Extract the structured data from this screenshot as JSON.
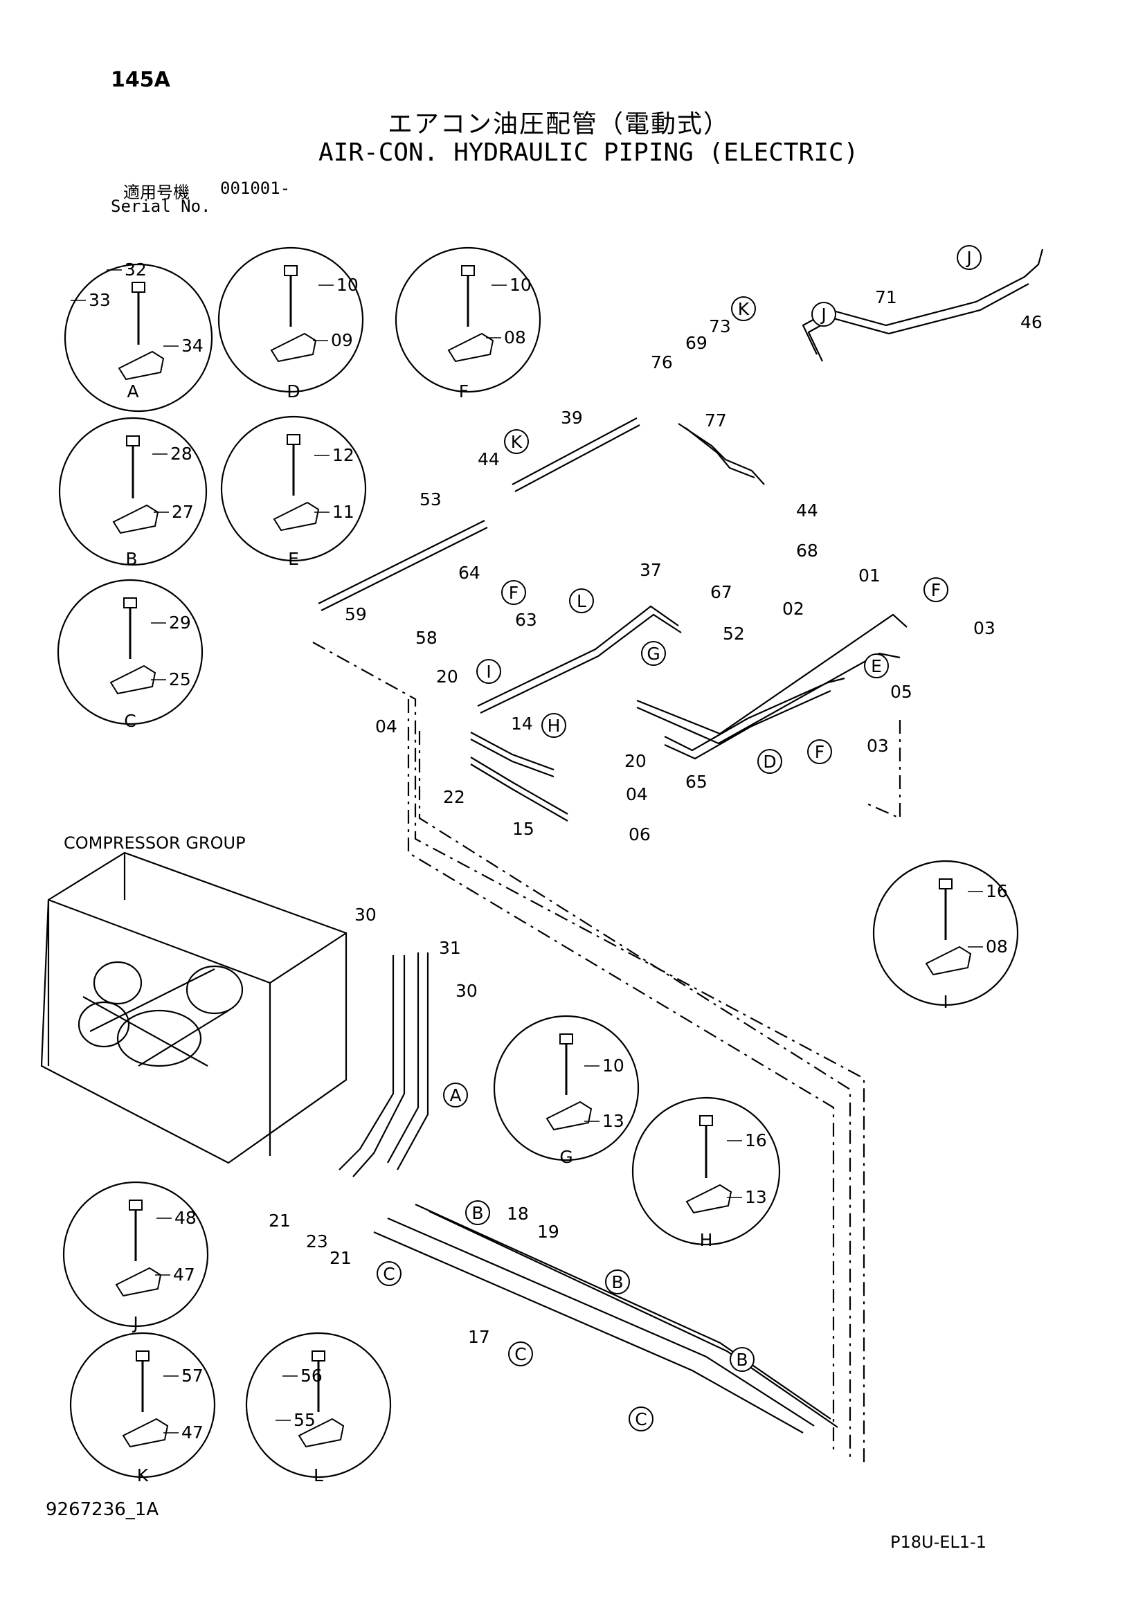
{
  "page_no": "145A",
  "title_jp": "エアコン油圧配管（電動式）",
  "title_en": "AIR-CON. HYDRAULIC PIPING (ELECTRIC)",
  "serial_label_jp": "適用号機",
  "serial_value": "001001-",
  "serial_label_en": "Serial No.",
  "compressor_group": "COMPRESSOR GROUP",
  "drawing_no": "9267236_1A",
  "sheet_ref": "P18U-EL1-1",
  "detail_views": [
    {
      "id": "A",
      "parts": [
        "32",
        "33",
        "34"
      ]
    },
    {
      "id": "D",
      "parts": [
        "10",
        "09"
      ]
    },
    {
      "id": "F",
      "parts": [
        "10",
        "08"
      ]
    },
    {
      "id": "B",
      "parts": [
        "28",
        "27"
      ]
    },
    {
      "id": "E",
      "parts": [
        "12",
        "11"
      ]
    },
    {
      "id": "C",
      "parts": [
        "29",
        "25"
      ]
    },
    {
      "id": "I",
      "parts": [
        "16",
        "08"
      ]
    },
    {
      "id": "G",
      "parts": [
        "10",
        "13"
      ]
    },
    {
      "id": "H",
      "parts": [
        "16",
        "13"
      ]
    },
    {
      "id": "J",
      "parts": [
        "48",
        "47"
      ]
    },
    {
      "id": "K",
      "parts": [
        "57",
        "47"
      ]
    },
    {
      "id": "L",
      "parts": [
        "56",
        "55"
      ]
    }
  ],
  "callout_letters": [
    "J",
    "K",
    "J",
    "K",
    "F",
    "L",
    "G",
    "I",
    "H",
    "E",
    "F",
    "D",
    "F",
    "A",
    "B",
    "C",
    "B",
    "C",
    "B",
    "C"
  ],
  "part_numbers": [
    "46",
    "71",
    "73",
    "69",
    "76",
    "77",
    "39",
    "44",
    "53",
    "44",
    "68",
    "64",
    "59",
    "58",
    "63",
    "37",
    "67",
    "52",
    "01",
    "02",
    "03",
    "04",
    "20",
    "14",
    "20",
    "05",
    "03",
    "65",
    "22",
    "15",
    "04",
    "06",
    "30",
    "31",
    "30",
    "21",
    "23",
    "21",
    "18",
    "19",
    "17"
  ]
}
